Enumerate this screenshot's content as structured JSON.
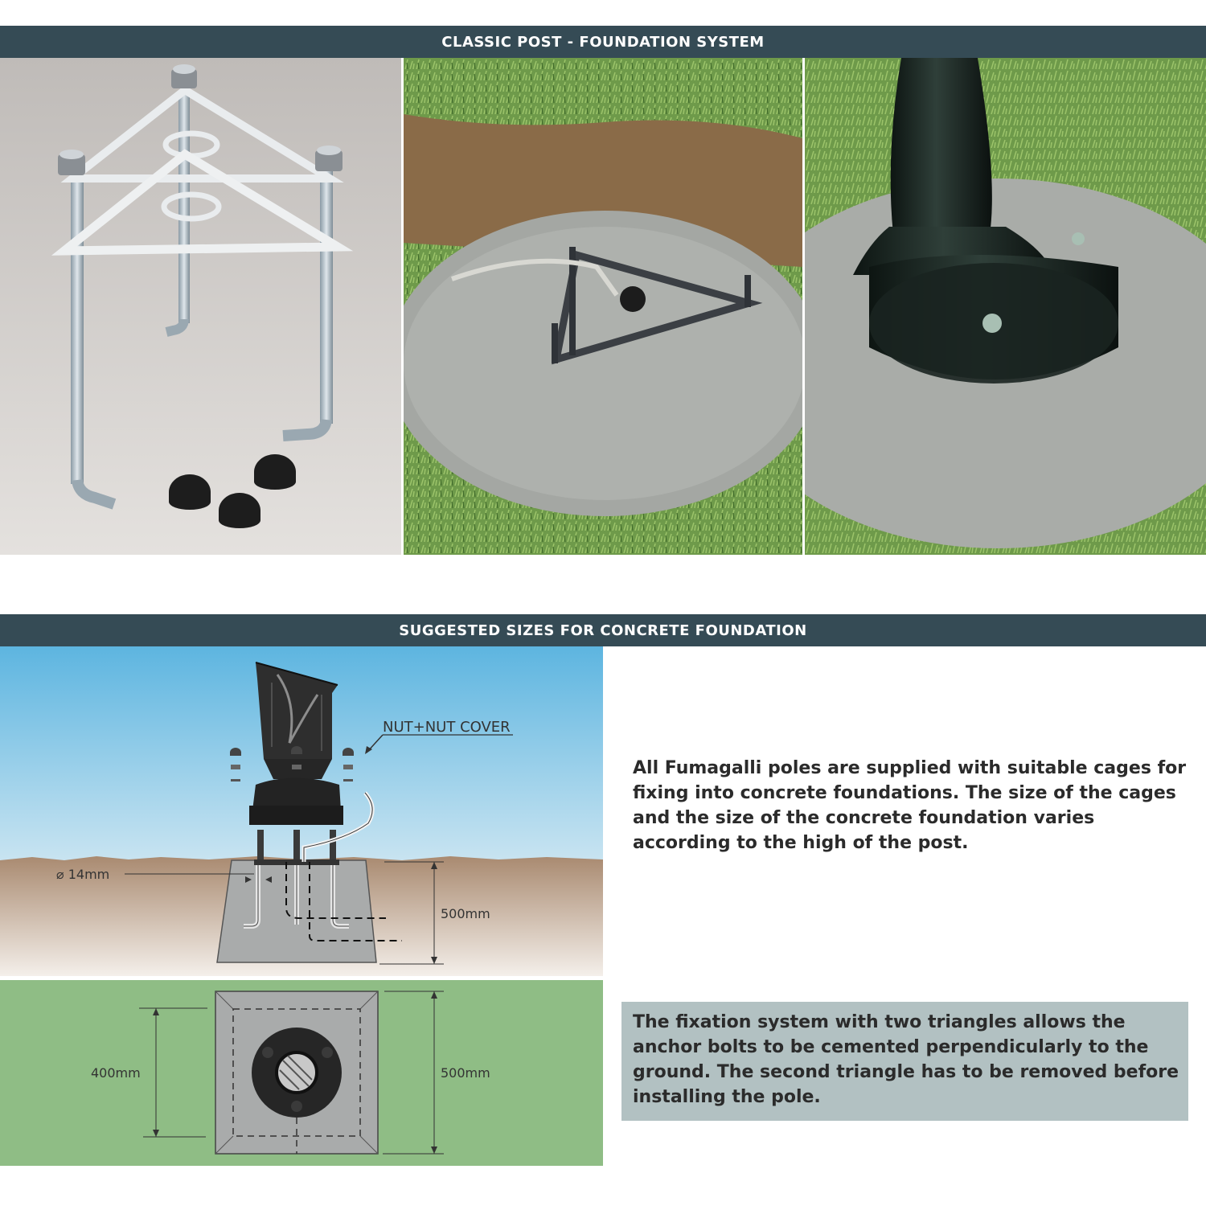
{
  "section1": {
    "title": "CLASSIC POST - FOUNDATION SYSTEM"
  },
  "section2": {
    "title": "SUGGESTED SIZES FOR CONCRETE FOUNDATION"
  },
  "diagram": {
    "nut_label": "NUT+NUT COVER",
    "diameter_label": "⌀ 14mm",
    "depth_label": "500mm",
    "width_left_label": "400mm",
    "width_right_label": "500mm"
  },
  "text": {
    "intro": "All Fumagalli poles are supplied with suitable cages for fixing into concrete foundations. The size of the cages and the size of the concrete foundation varies according to the high of the post.",
    "fixation": "The fixation  system with two triangles allows the anchor bolts to be cemented perpendicularly to the ground. The second triangle has to be removed before installing the pole."
  },
  "colors": {
    "banner": "#354b55",
    "sky_top": "#5db5e0",
    "ground": "#8fbd85",
    "box": "#b2c1c2"
  }
}
